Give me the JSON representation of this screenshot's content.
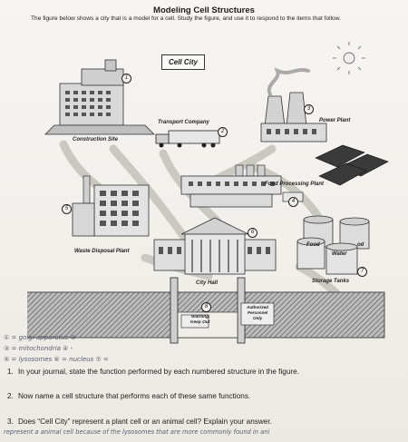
{
  "title": "Modeling Cell Structures",
  "intro": "The figure below shows a city that is a model for a cell. Study the figure, and use it to respond to the items that follow.",
  "figure": {
    "city_title": "Cell City",
    "labels": {
      "construction_site": "Construction Site",
      "transport_company": "Transport Company",
      "power_plant": "Power Plant",
      "food_processing_plant": "Food Processing Plant",
      "waste_disposal_plant": "Waste Disposal Plant",
      "city_hall": "City Hall",
      "storage_tanks": "Storage Tanks",
      "tank_food": "Food",
      "tank_water": "Water",
      "tank_food2": "od",
      "warning_sign_line1": "Warning:",
      "warning_sign_line2": "Keep Out",
      "authorized_line1": "Authorized",
      "authorized_line2": "Personnel",
      "authorized_line3": "Only"
    },
    "callouts": [
      "1",
      "2",
      "3",
      "4",
      "5",
      "6",
      "7",
      "8"
    ]
  },
  "handwriting": {
    "line1": "① = golgi apparatus   ② -",
    "line2": "③ = mitochondria   ④ -",
    "line3": "⑤ = lysosomes   ⑥ = nucleus   ⑦ =",
    "answer3": "represent a animal cell because of the lysosomes that are more commonly found in ani"
  },
  "questions": [
    {
      "num": "1.",
      "text": "In your journal, state the function performed by each numbered structure in the figure."
    },
    {
      "num": "2.",
      "text": "Now name a cell structure that performs each of these same functions."
    },
    {
      "num": "3.",
      "text": "Does “Cell City” represent a plant cell or an animal cell? Explain your answer."
    }
  ]
}
